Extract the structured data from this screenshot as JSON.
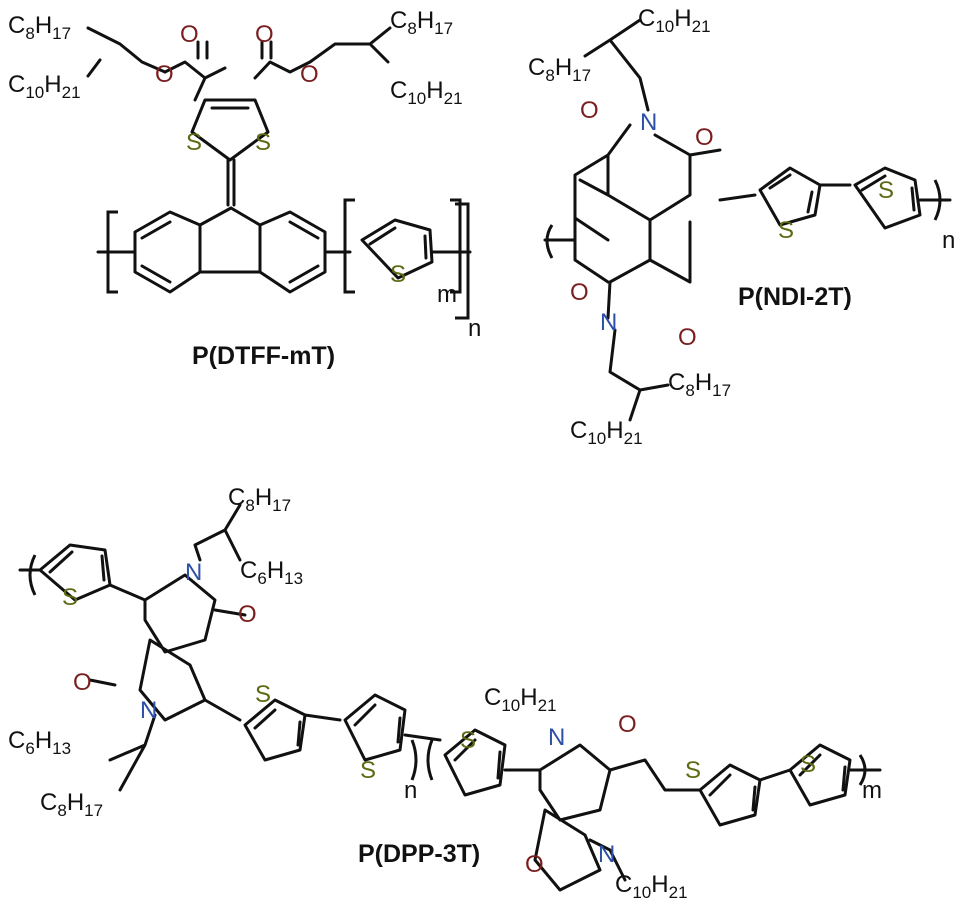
{
  "colors": {
    "bond": "#111111",
    "sulfur": "#5a6b12",
    "oxygen": "#7a1f1f",
    "nitrogen": "#2d4fa6"
  },
  "atoms": {
    "S": "S",
    "O": "O",
    "N": "N"
  },
  "alkyl": {
    "c8h17": {
      "c": "C",
      "n1": "8",
      "h": "H",
      "n2": "17"
    },
    "c10h21": {
      "c": "C",
      "n1": "10",
      "h": "H",
      "n2": "21"
    },
    "c6h13": {
      "c": "C",
      "n1": "6",
      "h": "H",
      "n2": "13"
    }
  },
  "subscripts": {
    "m": "m",
    "n": "n"
  },
  "polymers": [
    {
      "title": "P(DTFF-mT)"
    },
    {
      "title": "P(NDI-2T)"
    },
    {
      "title": "P(DPP-3T)"
    }
  ]
}
